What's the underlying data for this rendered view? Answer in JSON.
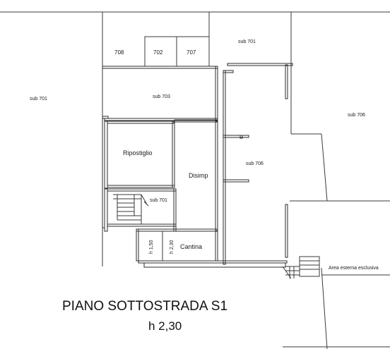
{
  "title": "PIANO SOTTOSTRADA S1",
  "subtitle": "h 2,30",
  "rooms": {
    "r708": "708",
    "r702": "702",
    "r707": "707",
    "sub701_top": "sub 701",
    "sub701_left": "sub 701",
    "sub703": "sub 703",
    "sub706_right": "sub 706",
    "sub706_center": "sub 706",
    "ripostiglio": "Ripostiglio",
    "disimp": "Disimp",
    "sub701_stair": "sub 701",
    "cantina": "Cantina",
    "h150": "h 1,50",
    "h230_small": "h 2,30",
    "area_esterna": "Area esterna esclusiva"
  }
}
